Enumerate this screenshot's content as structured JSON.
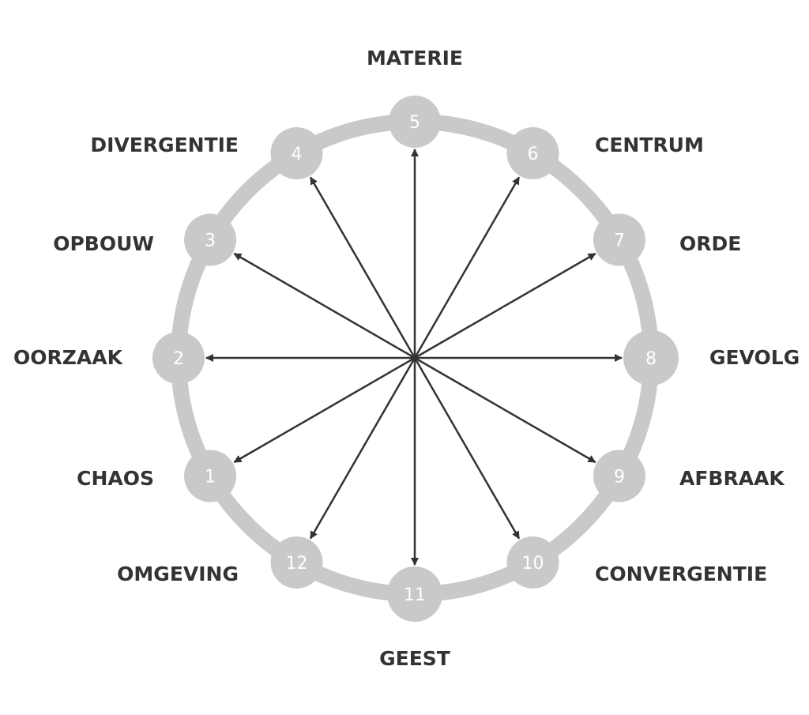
{
  "colors": {
    "ring": "#c8c9cb",
    "arrow": "#333333",
    "label": "#333333",
    "number": "#ffffff",
    "background": "#ffffff"
  },
  "nodes": [
    {
      "number": "1",
      "label": "CHAOS"
    },
    {
      "number": "2",
      "label": "OORZAAK"
    },
    {
      "number": "3",
      "label": "OPBOUW"
    },
    {
      "number": "4",
      "label": "DIVERGENTIE"
    },
    {
      "number": "5",
      "label": "MATERIE"
    },
    {
      "number": "6",
      "label": "CENTRUM"
    },
    {
      "number": "7",
      "label": "ORDE"
    },
    {
      "number": "8",
      "label": "GEVOLG"
    },
    {
      "number": "9",
      "label": "AFBRAAK"
    },
    {
      "number": "10",
      "label": "CONVERGENTIE"
    },
    {
      "number": "11",
      "label": "GEEST"
    },
    {
      "number": "12",
      "label": "OMGEVING"
    }
  ]
}
